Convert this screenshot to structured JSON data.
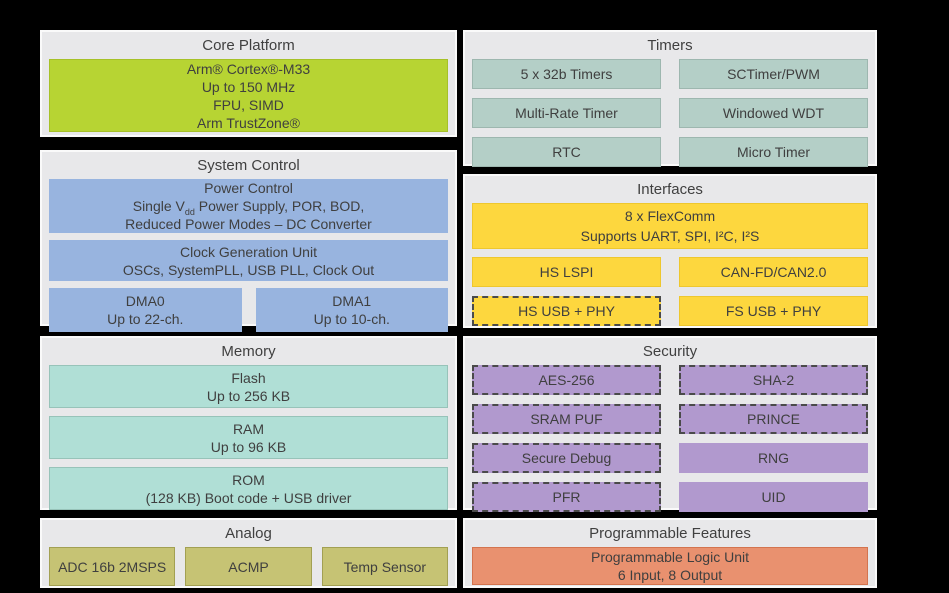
{
  "palette": {
    "background": "#000000",
    "panel_bg": "#e8e8ea",
    "panel_border": "#fafafa",
    "core_green": "#b7d433",
    "system_blue": "#98b4df",
    "memory_teal": "#b0dfd6",
    "timers_teal": "#b4cfc7",
    "interfaces_yellow": "#fdd73e",
    "security_purple": "#b199ce",
    "analog_olive": "#c6c374",
    "programmable_orange": "#e9916f",
    "text": "#3f3f3f"
  },
  "panels": {
    "core_platform": {
      "title": "Core Platform",
      "lines": [
        "Arm® Cortex®-M33",
        "Up to 150 MHz",
        "FPU, SIMD",
        "Arm TrustZone®"
      ]
    },
    "system_control": {
      "title": "System Control",
      "power_control": {
        "line1": "Power Control",
        "line2_pre": "Single V",
        "line2_sub": "dd",
        "line2_post": " Power Supply, POR, BOD,",
        "line3": "Reduced Power Modes – DC Converter"
      },
      "clock": {
        "line1": "Clock Generation Unit",
        "line2": "OSCs, SystemPLL, USB PLL, Clock Out"
      },
      "dma0": {
        "line1": "DMA0",
        "line2": "Up to 22-ch."
      },
      "dma1": {
        "line1": "DMA1",
        "line2": "Up to 10-ch."
      }
    },
    "memory": {
      "title": "Memory",
      "flash": {
        "line1": "Flash",
        "line2": "Up to 256 KB"
      },
      "ram": {
        "line1": "RAM",
        "line2": "Up to 96 KB"
      },
      "rom": {
        "line1": "ROM",
        "line2": "(128 KB) Boot code + USB driver"
      }
    },
    "analog": {
      "title": "Analog",
      "blocks": [
        "ADC 16b 2MSPS",
        "ACMP",
        "Temp Sensor"
      ]
    },
    "timers": {
      "title": "Timers",
      "blocks": [
        "5 x 32b Timers",
        "SCTimer/PWM",
        "Multi-Rate Timer",
        "Windowed WDT",
        "RTC",
        "Micro Timer"
      ]
    },
    "interfaces": {
      "title": "Interfaces",
      "flexcomm": {
        "line1": "8 x FlexComm",
        "line2": "Supports UART, SPI, I²C, I²S"
      },
      "blocks": [
        "HS LSPI",
        "CAN-FD/CAN2.0",
        "HS USB + PHY",
        "FS USB + PHY"
      ]
    },
    "security": {
      "title": "Security",
      "blocks": [
        "AES-256",
        "SHA-2",
        "SRAM PUF",
        "PRINCE",
        "Secure Debug",
        "RNG",
        "PFR",
        "UID"
      ]
    },
    "programmable": {
      "title": "Programmable Features",
      "plu": {
        "line1": "Programmable Logic Unit",
        "line2": "6 Input, 8 Output"
      }
    }
  }
}
